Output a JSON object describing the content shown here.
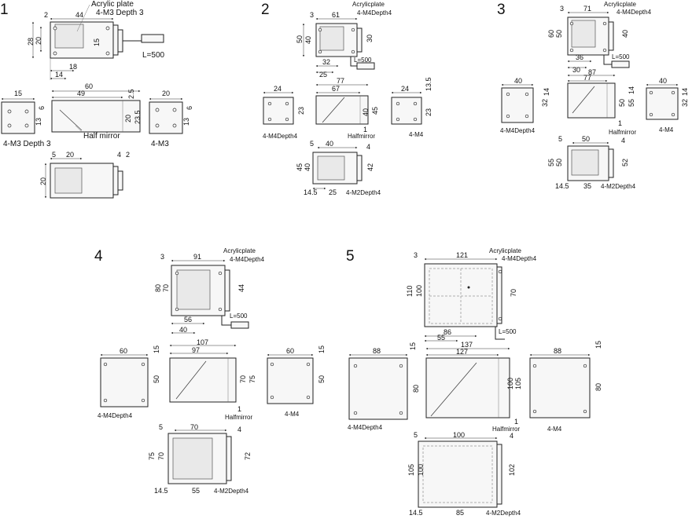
{
  "units": [
    {
      "number": "1",
      "top": {
        "dims": {
          "width": "44",
          "gap": "2",
          "h_outer": "28",
          "h_inner": "20",
          "h_side": "15",
          "off_a": "18",
          "off_b": "14"
        },
        "labels": {
          "acrylic": "Acrylic plate",
          "tap": "4-M3 Depth 3",
          "cable": "L=500"
        }
      },
      "front": {
        "dims": {
          "length": "60",
          "inner": "49",
          "t1": "2.5",
          "h1": "20",
          "h2": "23.5"
        },
        "labels": {
          "mirror": "Half mirror"
        }
      },
      "left": {
        "dims": {
          "width": "15",
          "h": "13",
          "h2": "6"
        },
        "labels": {
          "tap": "4-M3 Depth 3"
        }
      },
      "right": {
        "dims": {
          "width": "20",
          "h": "13",
          "h2": "6"
        },
        "labels": {
          "tap": "4-M3"
        }
      },
      "bottom": {
        "dims": {
          "offset": "5",
          "width": "20",
          "side": "4",
          "side2": "2",
          "height": "20"
        }
      }
    },
    {
      "number": "2",
      "top": {
        "dims": {
          "gap": "3",
          "width": "61",
          "h_outer": "50",
          "h_inner": "40",
          "h_side": "30",
          "off_a": "32",
          "off_b": "25"
        },
        "labels": {
          "acrylic": "Acrylicplate",
          "tap": "4-M4Depth4",
          "cable": "L=500"
        }
      },
      "front": {
        "dims": {
          "length": "77",
          "inner": "67",
          "t1": "13.5",
          "h1": "40",
          "h2": "45",
          "foot": "1"
        },
        "labels": {
          "mirror": "Halfmirror"
        }
      },
      "left": {
        "dims": {
          "width": "24",
          "h": "23"
        },
        "labels": {
          "tap": "4-M4Depth4"
        }
      },
      "right": {
        "dims": {
          "width": "24",
          "h": "23",
          "t": "13.5"
        },
        "labels": {
          "tap": "4-M4"
        }
      },
      "bottom": {
        "dims": {
          "offset": "5",
          "width": "40",
          "side": "4",
          "h_outer": "45",
          "h_inner": "40",
          "h_side": "42",
          "off_a": "14.5",
          "off_b": "25"
        },
        "labels": {
          "tap": "4-M2Depth4"
        }
      }
    },
    {
      "number": "3",
      "top": {
        "dims": {
          "gap": "3",
          "width": "71",
          "h_outer": "60",
          "h_inner": "50",
          "h_side": "40",
          "off_a": "36",
          "off_b": "30"
        },
        "labels": {
          "acrylic": "Acrylicplate",
          "tap": "4-M4Depth4",
          "cable": "L=500"
        }
      },
      "front": {
        "dims": {
          "length": "87",
          "inner": "77",
          "h1": "50",
          "h2": "55",
          "t1": "14",
          "foot": "1"
        },
        "labels": {
          "mirror": "Halfmirror"
        }
      },
      "left": {
        "dims": {
          "width": "40",
          "h": "32",
          "t": "14"
        },
        "labels": {
          "tap": "4-M4Depth4"
        }
      },
      "right": {
        "dims": {
          "width": "40",
          "h": "32",
          "t": "14"
        },
        "labels": {
          "tap": "4-M4"
        }
      },
      "bottom": {
        "dims": {
          "offset": "5",
          "width": "50",
          "side": "4",
          "h_outer": "55",
          "h_inner": "50",
          "h_side": "52",
          "off_a": "14.5",
          "off_b": "35"
        },
        "labels": {
          "tap": "4-M2Depth4"
        }
      }
    },
    {
      "number": "4",
      "top": {
        "dims": {
          "gap": "3",
          "width": "91",
          "h_outer": "80",
          "h_inner": "70",
          "h_side": "44",
          "off_a": "56",
          "off_b": "40"
        },
        "labels": {
          "acrylic": "Acrylicplate",
          "tap": "4-M4Depth4",
          "cable": "L=500"
        }
      },
      "front": {
        "dims": {
          "length": "107",
          "inner": "97",
          "h1": "70",
          "h2": "75",
          "foot": "1"
        },
        "labels": {
          "mirror": "Halfmirror"
        }
      },
      "left": {
        "dims": {
          "width": "60",
          "h": "50",
          "t": "15"
        },
        "labels": {
          "tap": "4-M4Depth4"
        }
      },
      "right": {
        "dims": {
          "width": "60",
          "h": "50",
          "t": "15"
        },
        "labels": {
          "tap": "4-M4"
        }
      },
      "bottom": {
        "dims": {
          "offset": "5",
          "width": "70",
          "side": "4",
          "h_outer": "75",
          "h_inner": "70",
          "h_side": "72",
          "off_a": "14.5",
          "off_b": "55"
        },
        "labels": {
          "tap": "4-M2Depth4"
        }
      }
    },
    {
      "number": "5",
      "top": {
        "dims": {
          "gap": "3",
          "width": "121",
          "h_outer": "110",
          "h_inner": "100",
          "h_side": "70",
          "off_a": "86",
          "off_b": "55"
        },
        "labels": {
          "acrylic": "Acrylicplate",
          "tap": "4-M4Depth4",
          "cable": "L=500"
        }
      },
      "front": {
        "dims": {
          "length": "137",
          "inner": "127",
          "h1": "100",
          "h2": "105",
          "t1": "15",
          "foot": "1"
        },
        "labels": {
          "mirror": "Halfmirror"
        }
      },
      "left": {
        "dims": {
          "width": "88",
          "h": "80",
          "t": "15"
        },
        "labels": {
          "tap": "4-M4Depth4"
        }
      },
      "right": {
        "dims": {
          "width": "88",
          "h": "80",
          "t": "15"
        },
        "labels": {
          "tap": "4-M4"
        }
      },
      "bottom": {
        "dims": {
          "offset": "5",
          "width": "100",
          "side": "4",
          "h_outer": "105",
          "h_inner": "100",
          "h_side": "102",
          "off_a": "14.5",
          "off_b": "85"
        },
        "labels": {
          "tap": "4-M2Depth4"
        }
      }
    }
  ]
}
